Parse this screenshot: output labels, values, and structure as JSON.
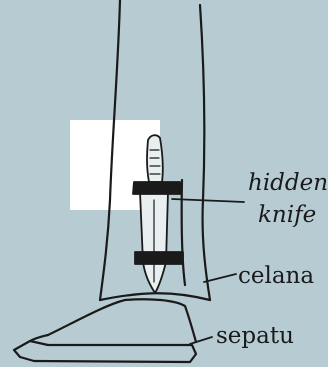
{
  "colors": {
    "background": "#b7cbd3",
    "highlight": "#ffffff",
    "ink": "#1a1a1a",
    "knife_fill": "#e9eff1"
  },
  "labels": {
    "hidden_knife": [
      "hidden",
      "knife"
    ],
    "celana": "celana",
    "sepatu": "sepatu"
  }
}
